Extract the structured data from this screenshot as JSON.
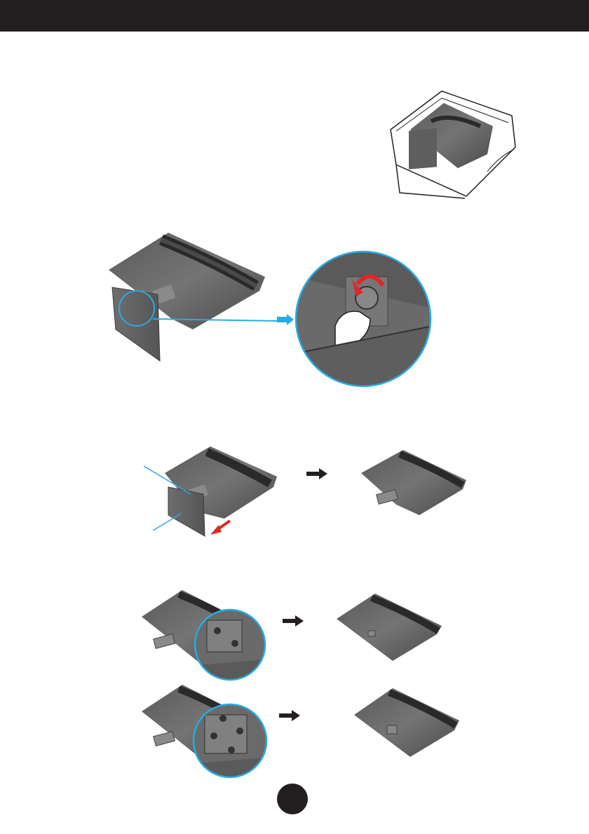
{
  "page": {
    "header_text": "",
    "page_number": ""
  },
  "figures": [
    {
      "name": "monitor-in-packaging-illustration"
    },
    {
      "name": "monitor-face-down-with-stand-illustration"
    },
    {
      "name": "stand-lock-release-detail-illustration"
    },
    {
      "name": "stand-base-removal-illustration"
    },
    {
      "name": "stand-base-removed-result-illustration"
    },
    {
      "name": "hinge-two-screw-removal-illustration"
    },
    {
      "name": "hinge-two-screw-removed-result-illustration"
    },
    {
      "name": "hinge-four-screw-removal-illustration"
    },
    {
      "name": "hinge-four-screw-removed-result-illustration"
    }
  ],
  "colors": {
    "header": "#231f20",
    "callout": "#29abe2",
    "arrow_red": "#e12726",
    "panel_dark": "#3d3d3d",
    "panel_mid": "#6a6a6a"
  }
}
